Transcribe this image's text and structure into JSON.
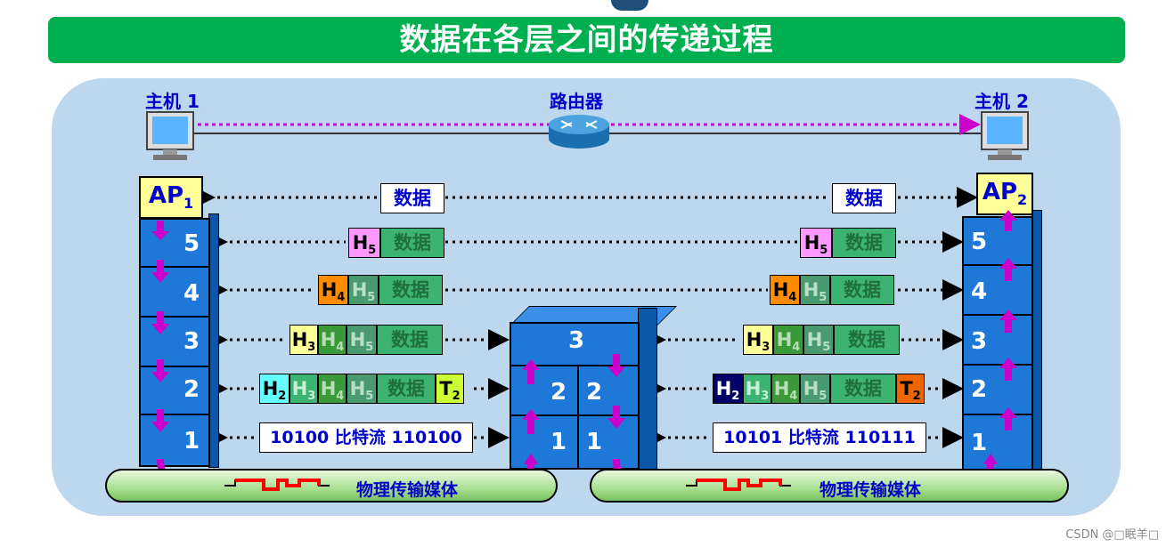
{
  "title": "数据在各层之间的传递过程",
  "host1": {
    "label": "主机 1"
  },
  "host2": {
    "label": "主机 2"
  },
  "router": {
    "label": "路由器"
  },
  "ap1": {
    "main": "AP",
    "sub": "1"
  },
  "ap2": {
    "main": "AP",
    "sub": "2"
  },
  "layers": [
    "5",
    "4",
    "3",
    "2",
    "1"
  ],
  "router_layers": {
    "top": "3",
    "l2": "2",
    "l1": "1"
  },
  "data_label": "数据",
  "headers": {
    "h2": "H",
    "h3": "H",
    "h4": "H",
    "h5": "H",
    "t2": "T",
    "s2": "2",
    "s3": "3",
    "s4": "4",
    "s5": "5"
  },
  "bits_left": "10100 比特流 110100",
  "bits_right": "10101 比特流 110111",
  "medium": "物理传输媒体",
  "watermark": "CSDN @□眠羊□",
  "colors": {
    "title_bg": "#00b050",
    "layer_blue": "#1e78d8",
    "panel": "#bdd7ee",
    "arrow": "#cc00cc",
    "link": "#0000cc"
  }
}
